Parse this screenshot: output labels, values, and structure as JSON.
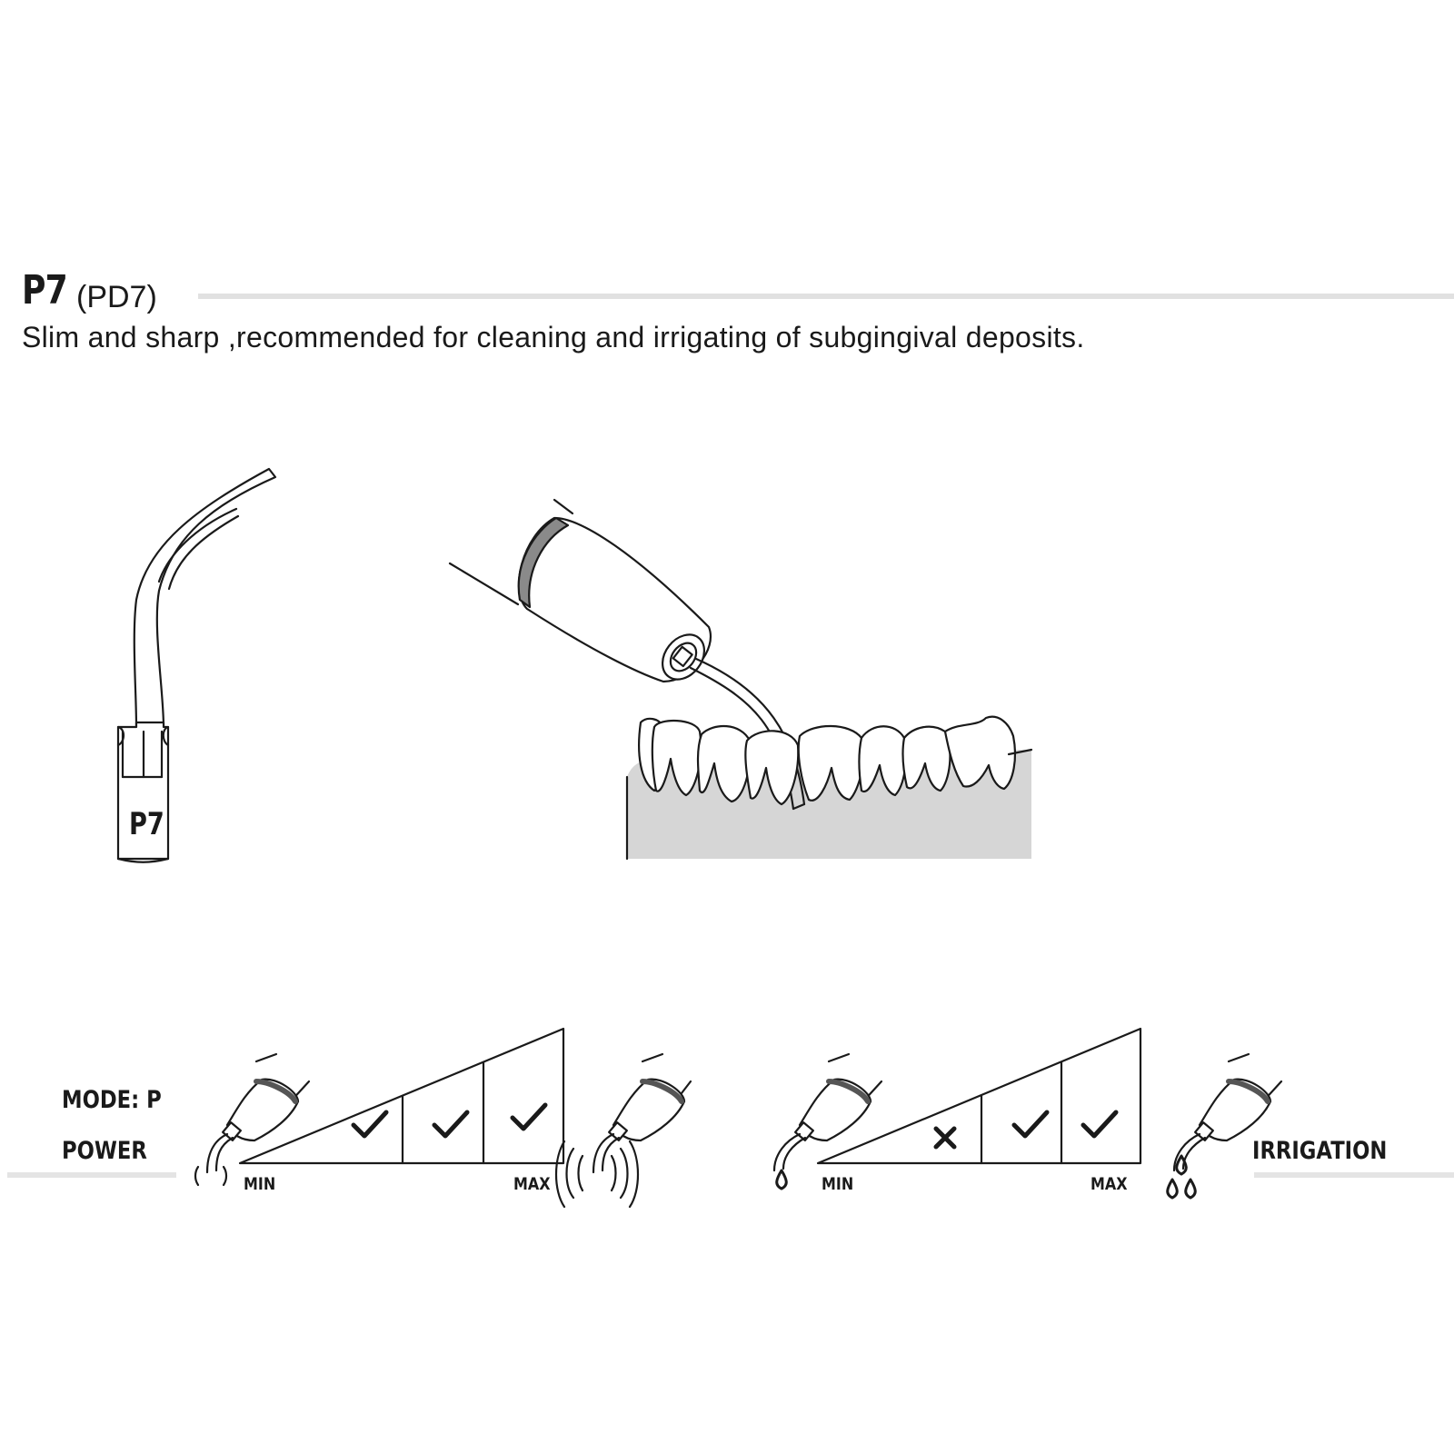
{
  "header": {
    "model": "P7",
    "model_alt": "(PD7)",
    "description": "Slim and sharp ,recommended for cleaning and irrigating of subgingival deposits."
  },
  "tip_illustration": {
    "engraving": "P7"
  },
  "mode": {
    "label": "MODE: P",
    "power_label": "POWER",
    "irrigation_label": "IRRIGATION"
  },
  "power_scale": {
    "min_label": "MIN",
    "max_label": "MAX",
    "cells": [
      "check",
      "check",
      "check"
    ],
    "icon_min": "low-vibration-icon",
    "icon_max": "high-vibration-icon"
  },
  "irrigation_scale": {
    "min_label": "MIN",
    "max_label": "MAX",
    "cells": [
      "cross",
      "check",
      "check"
    ],
    "icon_min": "single-drop-icon",
    "icon_max": "multiple-drops-icon"
  },
  "colors": {
    "text": "#1a1a1a",
    "rule": "#e1e1e1",
    "gum": "#d6d6d6",
    "collar": "#8a8a8a"
  }
}
